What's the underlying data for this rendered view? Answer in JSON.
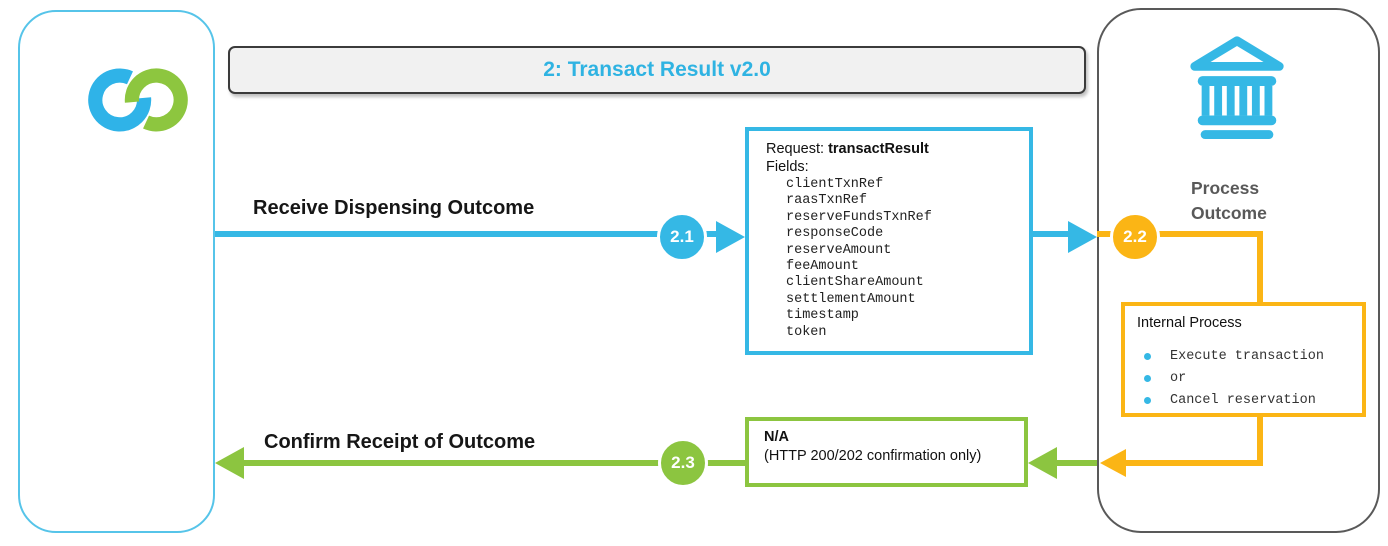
{
  "header": {
    "title": "2: Transact Result v2.0"
  },
  "client_panel": {
    "icon": "interlocked-rings-logo"
  },
  "bank_panel": {
    "icon": "bank-icon",
    "label": "Process Outcome"
  },
  "flows": [
    {
      "badge": "2.1",
      "label": "Receive Dispensing Outcome"
    },
    {
      "badge": "2.2",
      "label": "Process Outcome"
    },
    {
      "badge": "2.3",
      "label": "Confirm Receipt of Outcome"
    }
  ],
  "request_box": {
    "title_prefix": "Request: ",
    "title_method": "transactResult",
    "fields_label": "Fields:",
    "fields": [
      "clientTxnRef",
      "raasTxnRef",
      "reserveFundsTxnRef",
      "responseCode",
      "reserveAmount",
      "feeAmount",
      "clientShareAmount",
      "settlementAmount",
      "timestamp",
      "token"
    ]
  },
  "internal_process_box": {
    "title": "Internal Process",
    "items": [
      "Execute transaction",
      "or",
      "Cancel reservation"
    ]
  },
  "response_box": {
    "title": "N/A",
    "subtitle": "(HTTP 200/202 confirmation only)"
  },
  "colors": {
    "cyan": "#35B8E5",
    "green": "#8CC540",
    "orange": "#FBB515",
    "panel_gray": "#595959",
    "banner_bg": "#F1F1F1",
    "title_text": "#2FB3E2"
  }
}
